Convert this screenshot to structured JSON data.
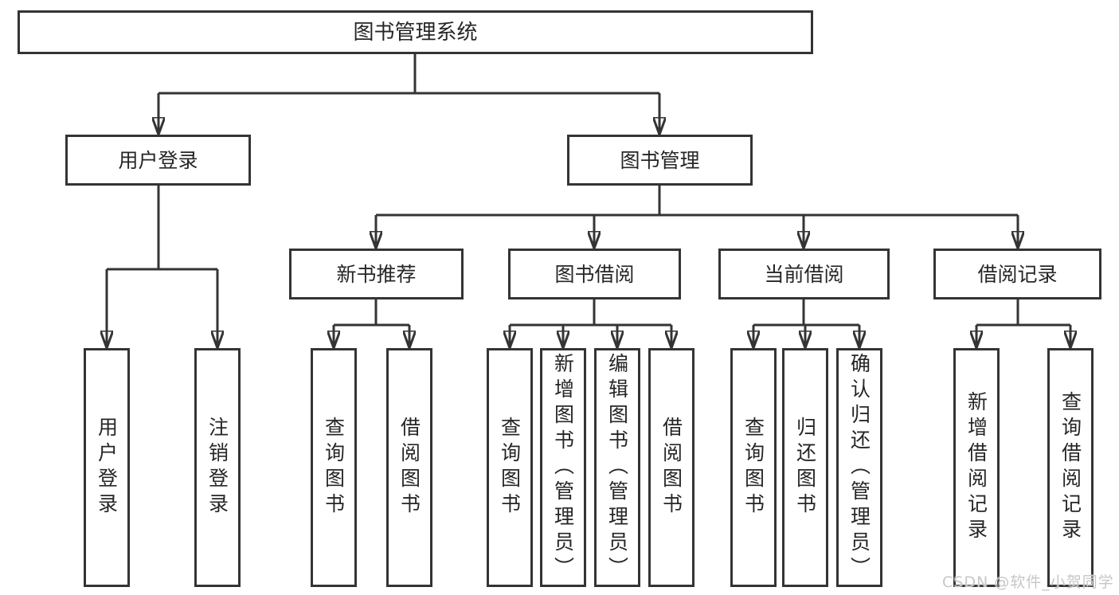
{
  "diagram_title": "图书管理系统",
  "tree": {
    "root": {
      "label": "图书管理系统"
    },
    "children": [
      {
        "label": "用户登录",
        "children": [
          {
            "label": "用户登录"
          },
          {
            "label": "注销登录"
          }
        ]
      },
      {
        "label": "图书管理",
        "children": [
          {
            "label": "新书推荐",
            "children": [
              {
                "label": "查询图书"
              },
              {
                "label": "借阅图书"
              }
            ]
          },
          {
            "label": "图书借阅",
            "children": [
              {
                "label": "查询图书"
              },
              {
                "label": "新增图书（管理员）"
              },
              {
                "label": "编辑图书（管理员）"
              },
              {
                "label": "借阅图书"
              }
            ]
          },
          {
            "label": "当前借阅",
            "children": [
              {
                "label": "查询图书"
              },
              {
                "label": "归还图书"
              },
              {
                "label": "确认归还（管理员）"
              }
            ]
          },
          {
            "label": "借阅记录",
            "children": [
              {
                "label": "新增借阅记录"
              },
              {
                "label": "查询借阅记录"
              }
            ]
          }
        ]
      }
    ]
  },
  "watermark": "CSDN @软件_小贺同学",
  "colors": {
    "line": "#343434",
    "box_border": "#343434",
    "box_fill": "#ffffff",
    "text": "#262626",
    "watermark": "#c7c7c7",
    "background": "#ffffff"
  }
}
